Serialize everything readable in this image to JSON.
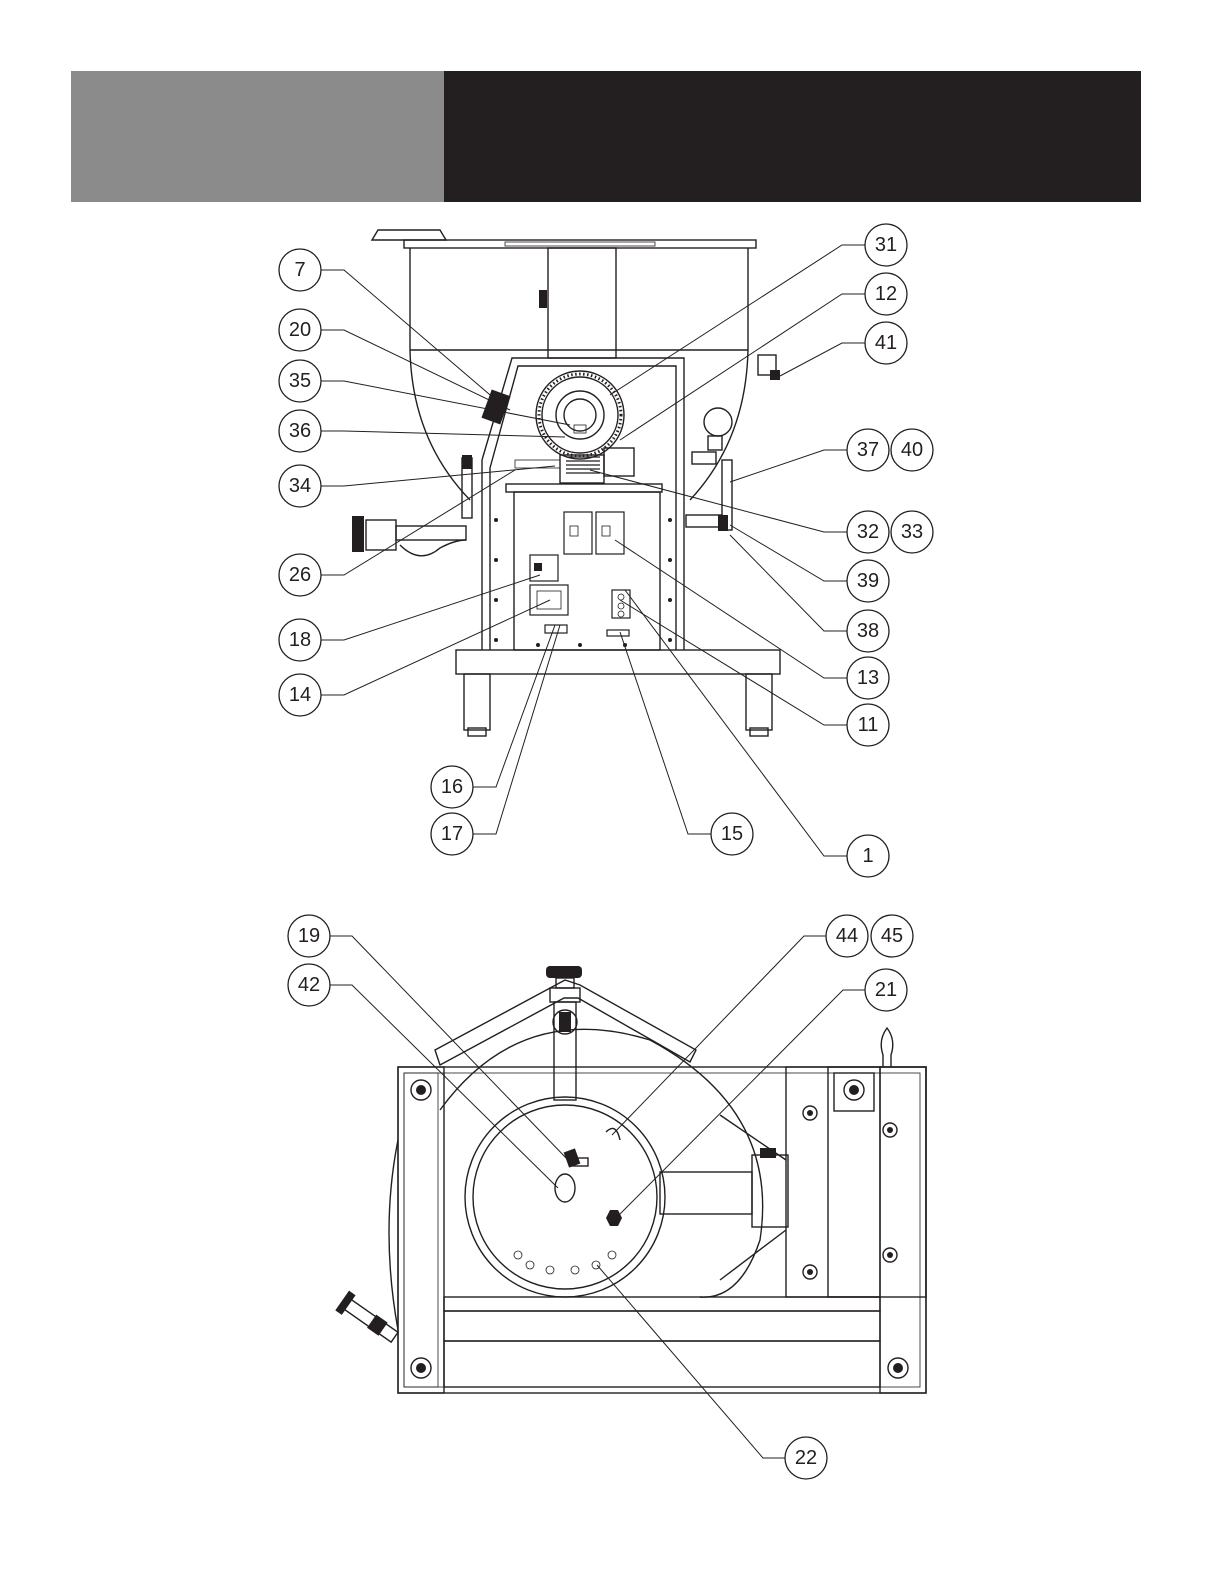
{
  "header": {
    "left_color": "#8c8b8b",
    "right_color": "#231f20"
  },
  "front_view": {
    "callouts": {
      "c7": "7",
      "c20": "20",
      "c35": "35",
      "c36": "36",
      "c34": "34",
      "c26": "26",
      "c18": "18",
      "c14": "14",
      "c16": "16",
      "c17": "17",
      "c15": "15",
      "c1": "1",
      "c11": "11",
      "c13": "13",
      "c38": "38",
      "c39": "39",
      "c32": "32",
      "c33": "33",
      "c37": "37",
      "c40": "40",
      "c41": "41",
      "c12": "12",
      "c31": "31"
    }
  },
  "top_view": {
    "callouts": {
      "c19": "19",
      "c42": "42",
      "c44": "44",
      "c45": "45",
      "c21": "21",
      "c22": "22"
    }
  }
}
